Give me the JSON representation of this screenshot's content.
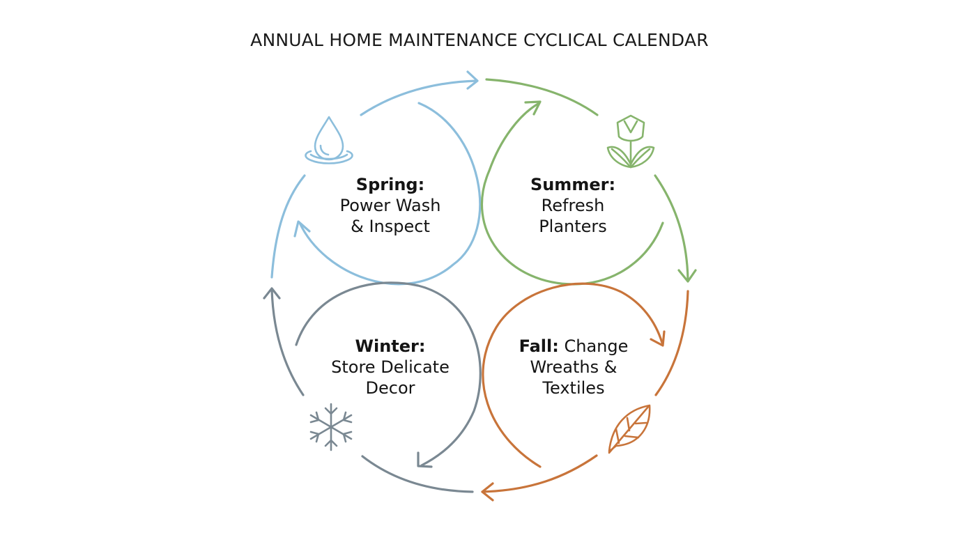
{
  "title": "ANNUAL HOME MAINTENANCE CYCLICAL CALENDAR",
  "colors": {
    "spring": "#8cbedc",
    "summer": "#86b46c",
    "fall": "#c8743a",
    "winter": "#7a8892"
  },
  "seasons": [
    {
      "key": "spring",
      "name": "Spring:",
      "task_lines": [
        "Power Wash",
        "& Inspect"
      ],
      "icon": "water-drop-icon"
    },
    {
      "key": "summer",
      "name": "Summer:",
      "task_lines": [
        "Refresh",
        "Planters"
      ],
      "icon": "tulip-icon"
    },
    {
      "key": "fall",
      "name": "Fall:",
      "task_lines": [
        "Change",
        "Wreaths &",
        "Textiles"
      ],
      "icon": "leaf-icon"
    },
    {
      "key": "winter",
      "name": "Winter:",
      "task_lines": [
        "Store Delicate",
        "Decor"
      ],
      "icon": "snowflake-icon"
    }
  ]
}
